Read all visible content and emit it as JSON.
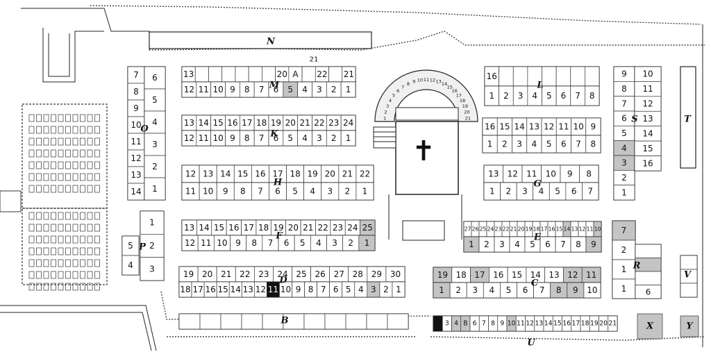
{
  "map": {
    "cross": "✝",
    "sections": [
      "N",
      "M",
      "O",
      "K",
      "H",
      "F",
      "P",
      "D",
      "B",
      "L",
      "S",
      "T",
      "G",
      "E",
      "C",
      "R",
      "V",
      "U",
      "X",
      "Y"
    ],
    "top_label": "21",
    "legend_colors": {
      "occupied": "#c4c4c4",
      "reserved": "#111111",
      "free": "#ffffff"
    }
  },
  "rows": [
    {
      "id": "M-top",
      "cells": [
        "13",
        "",
        "",
        "",
        "",
        "",
        "",
        "20",
        "A",
        "",
        "22",
        "",
        "21"
      ],
      "status": [
        "n",
        "n",
        "n",
        "n",
        "n",
        "n",
        "n",
        "n",
        "n",
        "n",
        "n",
        "n",
        "n"
      ]
    },
    {
      "id": "M-bottom",
      "cells": [
        "12",
        "11",
        "10",
        "9",
        "8",
        "7",
        "6",
        "5",
        "4",
        "3",
        "2",
        "1"
      ],
      "status": [
        "n",
        "n",
        "n",
        "n",
        "n",
        "n",
        "n",
        "g",
        "n",
        "n",
        "n",
        "n"
      ]
    },
    {
      "id": "K-top",
      "cells": [
        "13",
        "14",
        "15",
        "16",
        "17",
        "18",
        "19",
        "20",
        "21",
        "22",
        "23",
        "24"
      ],
      "status": [
        "n",
        "n",
        "n",
        "n",
        "n",
        "n",
        "n",
        "n",
        "n",
        "n",
        "n",
        "n"
      ]
    },
    {
      "id": "K-bottom",
      "cells": [
        "12",
        "11",
        "10",
        "9",
        "8",
        "7",
        "6",
        "5",
        "4",
        "3",
        "2",
        "1"
      ],
      "status": [
        "n",
        "n",
        "n",
        "n",
        "n",
        "n",
        "n",
        "n",
        "n",
        "n",
        "n",
        "n"
      ]
    },
    {
      "id": "H-top",
      "cells": [
        "12",
        "13",
        "14",
        "15",
        "16",
        "17",
        "18",
        "19",
        "20",
        "21",
        "22"
      ],
      "status": [
        "n",
        "n",
        "n",
        "n",
        "n",
        "n",
        "n",
        "n",
        "n",
        "n",
        "n"
      ]
    },
    {
      "id": "H-bottom",
      "cells": [
        "11",
        "10",
        "9",
        "8",
        "7",
        "6",
        "5",
        "4",
        "3",
        "2",
        "1"
      ],
      "status": [
        "n",
        "n",
        "n",
        "n",
        "n",
        "n",
        "n",
        "n",
        "n",
        "n",
        "n"
      ]
    },
    {
      "id": "F-top",
      "cells": [
        "13",
        "14",
        "15",
        "16",
        "17",
        "18",
        "19",
        "20",
        "21",
        "22",
        "23",
        "24",
        "25"
      ],
      "status": [
        "n",
        "n",
        "n",
        "n",
        "n",
        "n",
        "n",
        "n",
        "n",
        "n",
        "n",
        "n",
        "g"
      ]
    },
    {
      "id": "F-bottom",
      "cells": [
        "12",
        "11",
        "10",
        "9",
        "8",
        "7",
        "6",
        "5",
        "4",
        "3",
        "2",
        "1"
      ],
      "status": [
        "n",
        "n",
        "n",
        "n",
        "n",
        "n",
        "n",
        "n",
        "n",
        "n",
        "n",
        "g"
      ]
    },
    {
      "id": "D-top",
      "cells": [
        "19",
        "20",
        "21",
        "22",
        "23",
        "24",
        "25",
        "26",
        "27",
        "28",
        "29",
        "30"
      ],
      "status": [
        "n",
        "n",
        "n",
        "n",
        "n",
        "n",
        "n",
        "n",
        "n",
        "n",
        "n",
        "n"
      ]
    },
    {
      "id": "D-bottom",
      "cells": [
        "18",
        "17",
        "16",
        "15",
        "14",
        "13",
        "12",
        "11",
        "10",
        "9",
        "8",
        "7",
        "6",
        "5",
        "4",
        "3",
        "2",
        "1"
      ],
      "status": [
        "n",
        "n",
        "n",
        "n",
        "n",
        "n",
        "n",
        "k",
        "n",
        "n",
        "n",
        "n",
        "n",
        "n",
        "n",
        "g",
        "n",
        "n"
      ]
    },
    {
      "id": "B",
      "cells": [
        "",
        "",
        "",
        "",
        "",
        "",
        "",
        "",
        "",
        "",
        ""
      ],
      "status": [
        "n",
        "n",
        "n",
        "n",
        "n",
        "n",
        "n",
        "n",
        "n",
        "n",
        "n"
      ]
    },
    {
      "id": "L-top",
      "cells": [
        "16",
        "",
        "",
        "",
        "",
        "",
        "",
        ""
      ],
      "status": [
        "n",
        "n",
        "n",
        "n",
        "n",
        "n",
        "n",
        "n"
      ]
    },
    {
      "id": "L-bottom",
      "cells": [
        "1",
        "2",
        "3",
        "4",
        "5",
        "6",
        "7",
        "8"
      ],
      "status": [
        "n",
        "n",
        "n",
        "n",
        "n",
        "n",
        "n",
        "n"
      ]
    },
    {
      "id": "J-top",
      "cells": [
        "16",
        "15",
        "14",
        "13",
        "12",
        "11",
        "10",
        "9"
      ],
      "status": [
        "n",
        "n",
        "n",
        "n",
        "n",
        "n",
        "n",
        "n"
      ]
    },
    {
      "id": "J-bottom",
      "cells": [
        "1",
        "2",
        "3",
        "4",
        "5",
        "6",
        "7",
        "8"
      ],
      "status": [
        "n",
        "n",
        "n",
        "n",
        "n",
        "n",
        "n",
        "n"
      ]
    },
    {
      "id": "G-top",
      "cells": [
        "13",
        "12",
        "11",
        "10",
        "9",
        "8"
      ],
      "status": [
        "n",
        "n",
        "n",
        "n",
        "n",
        "n"
      ]
    },
    {
      "id": "G-bottom",
      "cells": [
        "1",
        "2",
        "3",
        "4",
        "5",
        "6",
        "7"
      ],
      "status": [
        "n",
        "n",
        "n",
        "n",
        "n",
        "n",
        "n"
      ]
    },
    {
      "id": "E-top",
      "cells": [
        "27",
        "26",
        "25",
        "24",
        "23",
        "22",
        "21",
        "20",
        "19",
        "18",
        "17",
        "16",
        "15",
        "14",
        "13",
        "12",
        "11",
        "10"
      ],
      "status": [
        "n",
        "n",
        "n",
        "n",
        "n",
        "n",
        "n",
        "n",
        "n",
        "n",
        "n",
        "n",
        "n",
        "g",
        "n",
        "n",
        "n",
        "g"
      ]
    },
    {
      "id": "E-bottom",
      "cells": [
        "1",
        "2",
        "3",
        "4",
        "5",
        "6",
        "7",
        "8",
        "9"
      ],
      "status": [
        "g",
        "n",
        "n",
        "n",
        "n",
        "n",
        "n",
        "n",
        "g"
      ]
    },
    {
      "id": "C-top",
      "cells": [
        "19",
        "18",
        "17",
        "16",
        "15",
        "14",
        "13",
        "12",
        "11"
      ],
      "status": [
        "g",
        "n",
        "g",
        "n",
        "n",
        "n",
        "n",
        "g",
        "g"
      ]
    },
    {
      "id": "C-bottom",
      "cells": [
        "1",
        "2",
        "3",
        "4",
        "5",
        "6",
        "7",
        "8",
        "9",
        "10"
      ],
      "status": [
        "g",
        "n",
        "n",
        "n",
        "n",
        "n",
        "n",
        "g",
        "g",
        "n"
      ]
    },
    {
      "id": "U",
      "cells": [
        "",
        "3",
        "4",
        "B",
        "6",
        "7",
        "8",
        "9",
        "10",
        "11",
        "12",
        "13",
        "14",
        "15",
        "16",
        "17",
        "18",
        "19",
        "20",
        "21"
      ],
      "status": [
        "k",
        "n",
        "g",
        "g",
        "n",
        "n",
        "n",
        "n",
        "g",
        "n",
        "n",
        "n",
        "n",
        "n",
        "n",
        "n",
        "n",
        "n",
        "n",
        "n"
      ]
    },
    {
      "id": "O-left",
      "cells": [
        "7",
        "8",
        "9",
        "10",
        "11",
        "12",
        "13",
        "14"
      ],
      "status": [
        "n",
        "n",
        "n",
        "n",
        "n",
        "n",
        "n",
        "n"
      ]
    },
    {
      "id": "O-right",
      "cells": [
        "6",
        "5",
        "4",
        "3",
        "2",
        "1"
      ],
      "status": [
        "n",
        "n",
        "n",
        "n",
        "n",
        "n"
      ]
    },
    {
      "id": "P-left",
      "cells": [
        "5",
        "4"
      ],
      "status": [
        "n",
        "n"
      ]
    },
    {
      "id": "P-right",
      "cells": [
        "1",
        "2",
        "3"
      ],
      "status": [
        "n",
        "n",
        "n"
      ]
    },
    {
      "id": "S-left",
      "cells": [
        "9",
        "8",
        "7",
        "6",
        "5",
        "4",
        "3",
        "2",
        "1"
      ],
      "status": [
        "n",
        "n",
        "n",
        "n",
        "n",
        "g",
        "g",
        "n",
        "n"
      ]
    },
    {
      "id": "S-right",
      "cells": [
        "10",
        "11",
        "12",
        "13",
        "14",
        "15",
        "16"
      ],
      "status": [
        "n",
        "n",
        "n",
        "n",
        "n",
        "n",
        "n"
      ]
    },
    {
      "id": "R-left",
      "cells": [
        "7",
        "2",
        "1",
        "1"
      ],
      "status": [
        "g",
        "n",
        "n",
        "n"
      ]
    },
    {
      "id": "R-right",
      "cells": [
        "",
        "",
        "",
        "6"
      ],
      "status": [
        "n",
        "g",
        "n",
        "n"
      ]
    },
    {
      "id": "V",
      "cells": [
        "",
        "",
        ""
      ],
      "status": [
        "n",
        "n",
        "n"
      ]
    }
  ],
  "arch_numbers": [
    "1",
    "2",
    "3",
    "4",
    "5",
    "6",
    "7",
    "8",
    "9",
    "10",
    "11",
    "12",
    "13",
    "14",
    "15",
    "16",
    "17",
    "18",
    "19",
    "20",
    "21"
  ]
}
